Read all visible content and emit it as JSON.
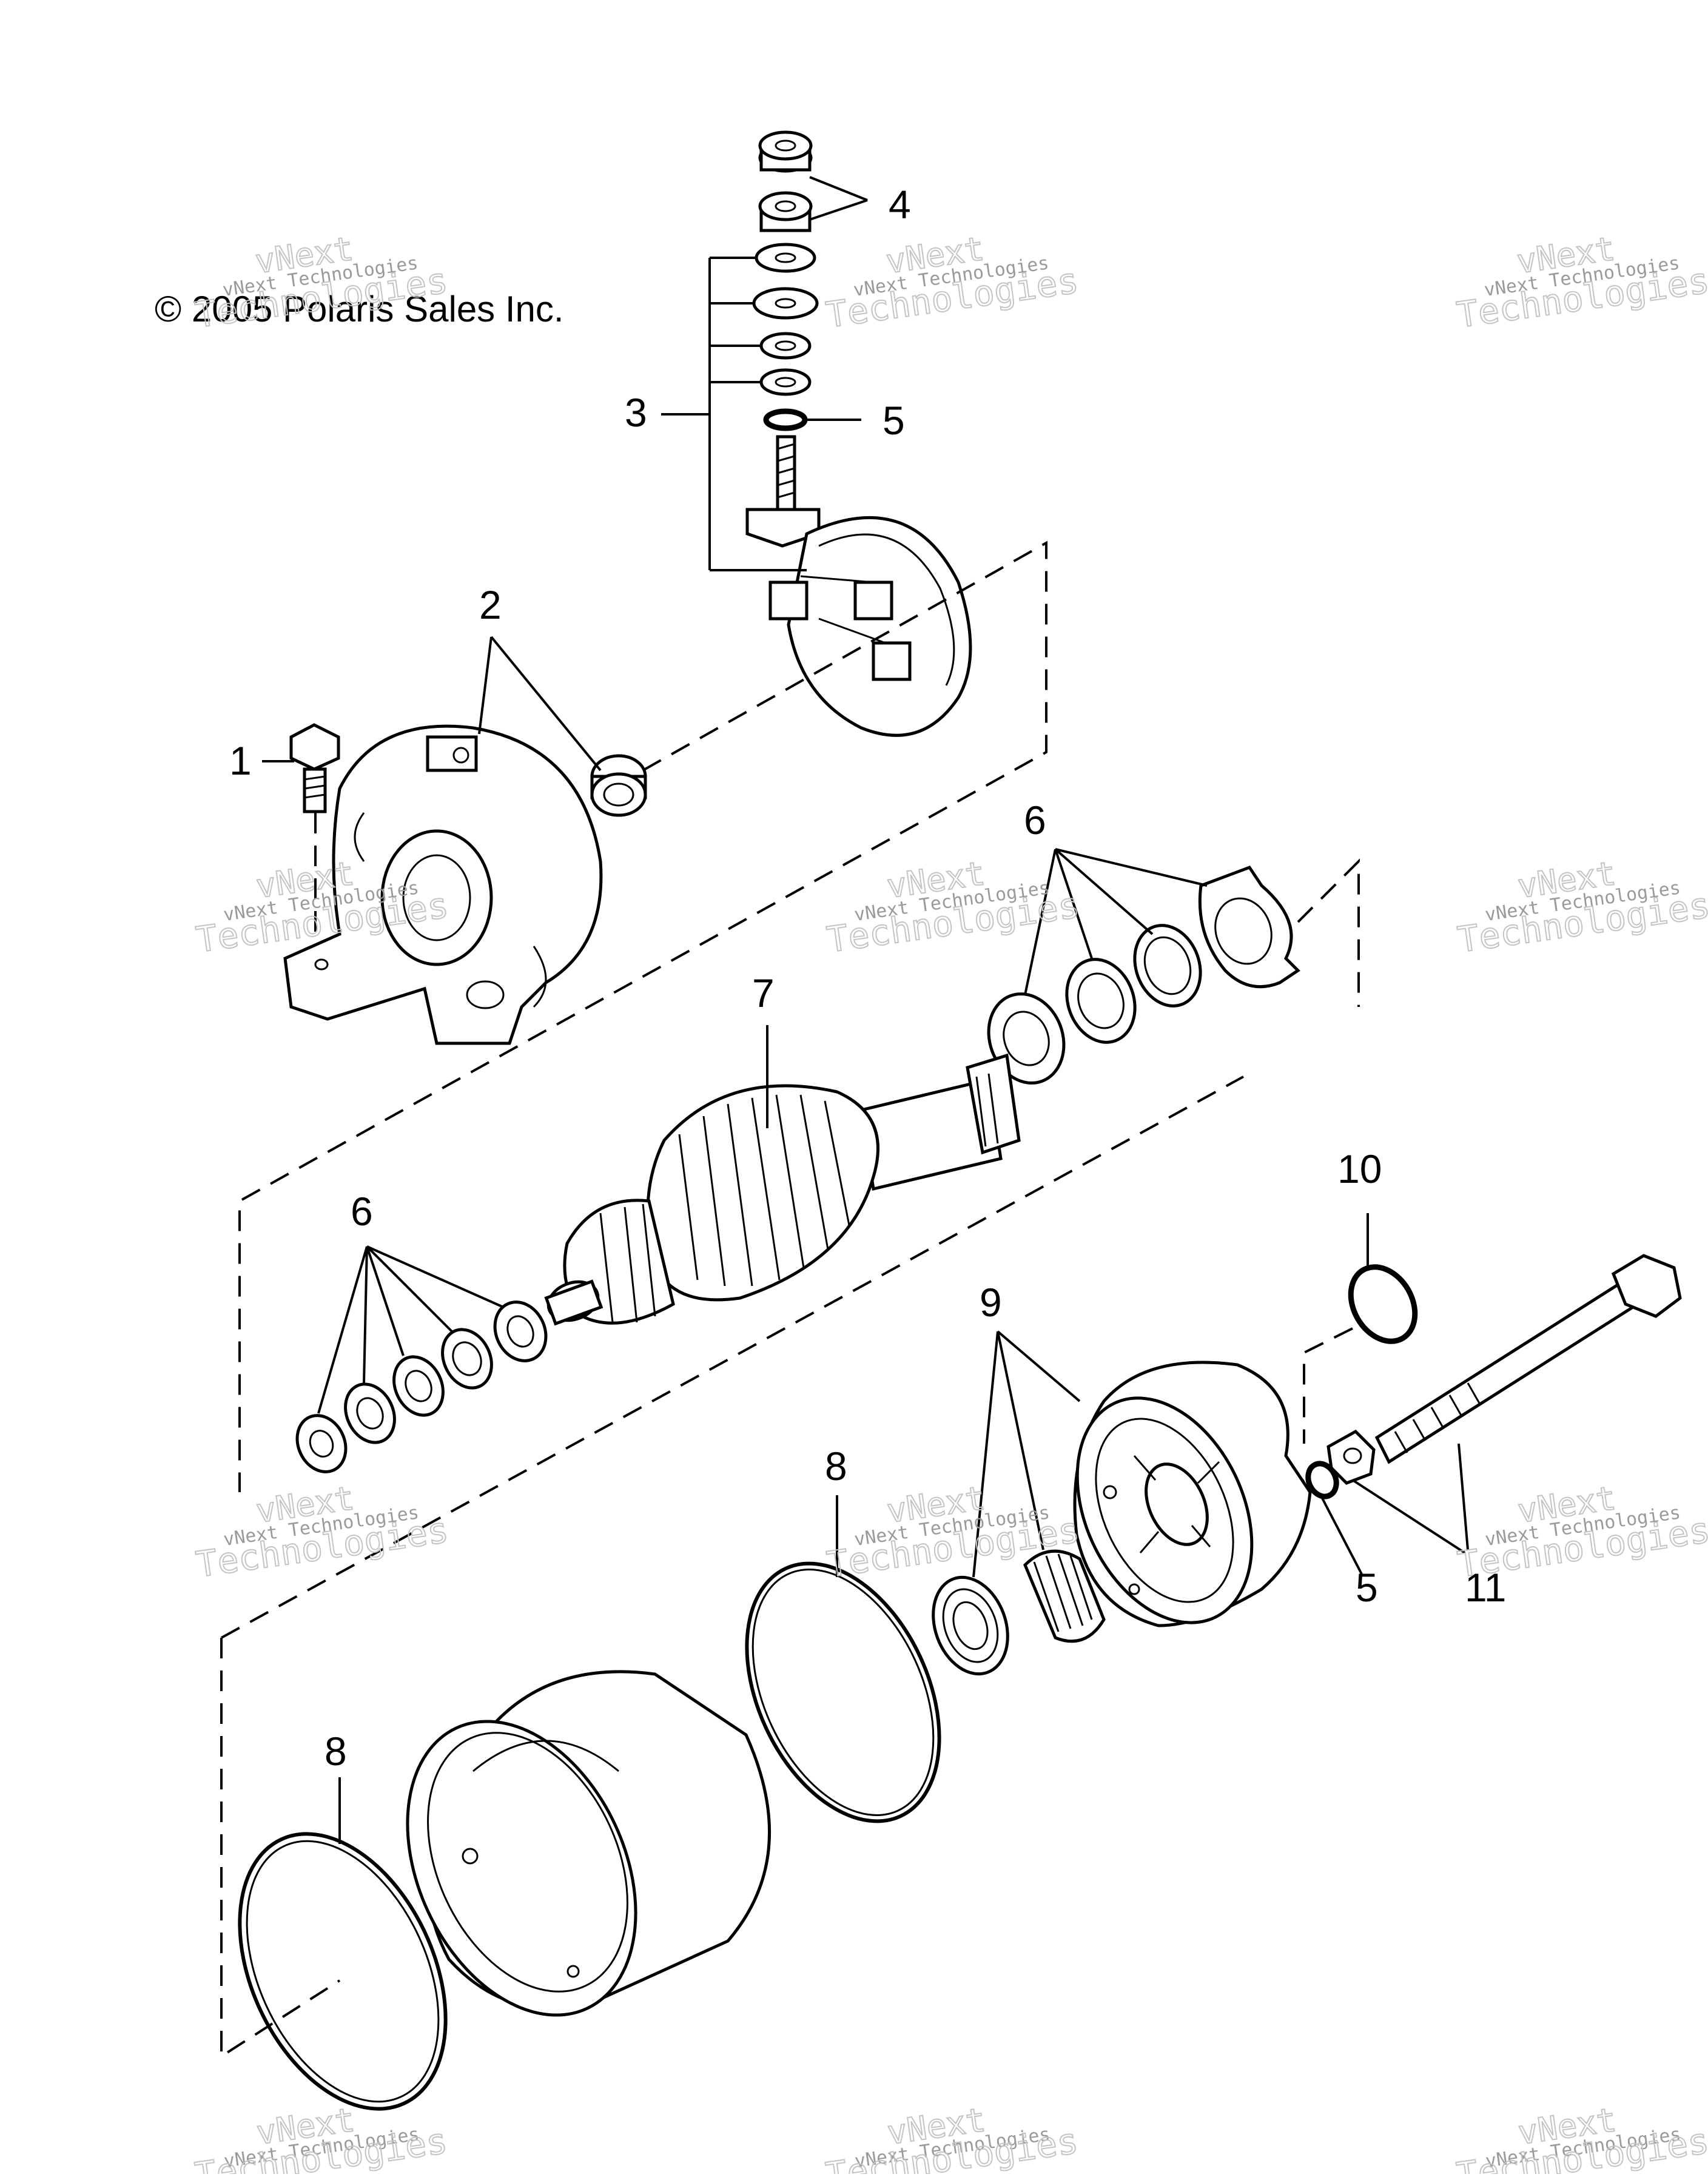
{
  "diagram": {
    "copyright": "© 2005 Polaris Sales Inc.",
    "callouts": {
      "c1": "1",
      "c2": "2",
      "c3": "3",
      "c4": "4",
      "c5_top": "5",
      "c5_bottom": "5",
      "c6_right": "6",
      "c6_left": "6",
      "c7": "7",
      "c8_upper": "8",
      "c8_lower": "8",
      "c9": "9",
      "c10": "10",
      "c11": "11"
    },
    "watermark": {
      "company": "vNext Technologies",
      "brand": "vNext",
      "word": "Technologies"
    }
  }
}
